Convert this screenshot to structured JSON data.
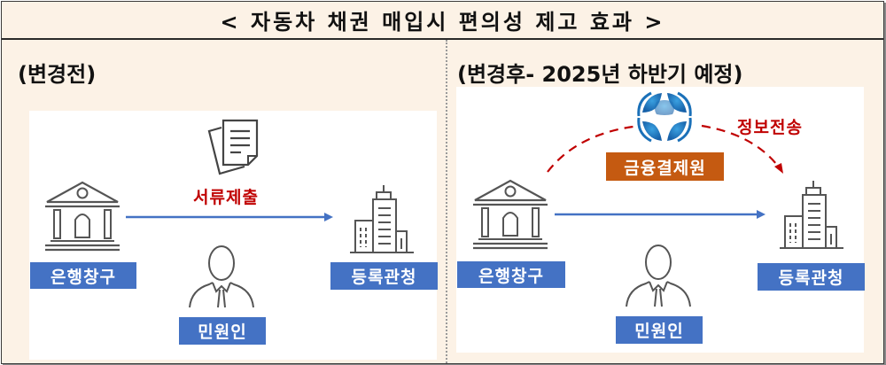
{
  "title": "< 자동차 채권 매입시 편의성 제고 효과 >",
  "colors": {
    "background": "#fcf2e6",
    "label_blue": "#4472c4",
    "label_orange": "#c55a11",
    "accent_red": "#c00000",
    "arrow_blue": "#4472c4"
  },
  "before": {
    "heading": "(변경전)",
    "bank_label": "은행창구",
    "registry_label": "등록관청",
    "applicant_label": "민원인",
    "action_label": "서류제출",
    "icons": [
      "document-icon",
      "bank-icon",
      "building-icon",
      "person-icon"
    ]
  },
  "after": {
    "heading": "(변경후- 2025년 하반기 예정)",
    "bank_label": "은행창구",
    "registry_label": "등록관청",
    "applicant_label": "민원인",
    "hub_label": "금융결제원",
    "action_label": "정보전송",
    "icons": [
      "kftc-logo-icon",
      "bank-icon",
      "building-icon",
      "person-icon"
    ]
  }
}
